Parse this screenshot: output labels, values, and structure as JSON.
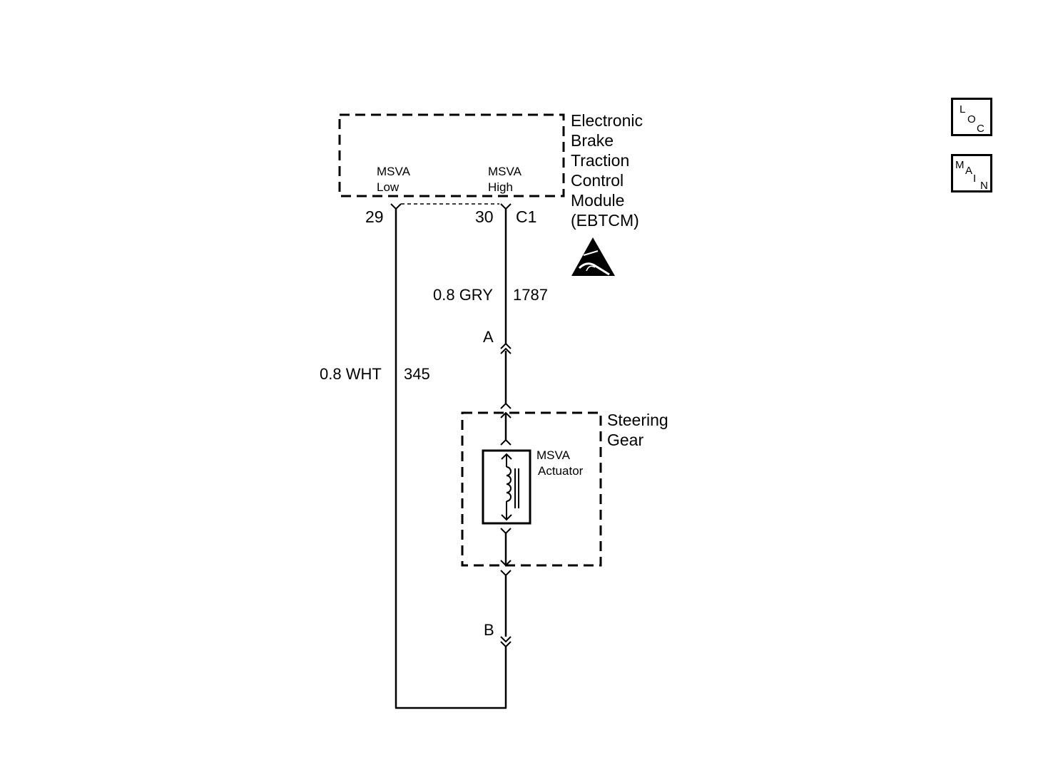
{
  "ebtcm": {
    "name_lines": [
      "Electronic",
      "Brake",
      "Traction",
      "Control",
      "Module",
      "(EBTCM)"
    ],
    "pin_low_name": [
      "MSVA",
      "Low"
    ],
    "pin_high_name": [
      "MSVA",
      "High"
    ],
    "pin_low_number": "29",
    "pin_high_number": "30",
    "connector": "C1"
  },
  "wires": {
    "high": {
      "size_color": "0.8 GRY",
      "circuit": "1787"
    },
    "low": {
      "size_color": "0.8 WHT",
      "circuit": "345"
    }
  },
  "inline_connectors": {
    "a": "A",
    "b": "B"
  },
  "steering_gear": {
    "name_lines": [
      "Steering",
      "Gear"
    ],
    "actuator_lines": [
      "MSVA",
      "Actuator"
    ]
  },
  "nav": {
    "loc": [
      "L",
      "O",
      "C"
    ],
    "main": [
      "M",
      "A",
      "I",
      "N"
    ]
  },
  "icons": {
    "esd": "esd-sensitive-icon",
    "loc": "location-icon",
    "main": "main-menu-icon"
  }
}
